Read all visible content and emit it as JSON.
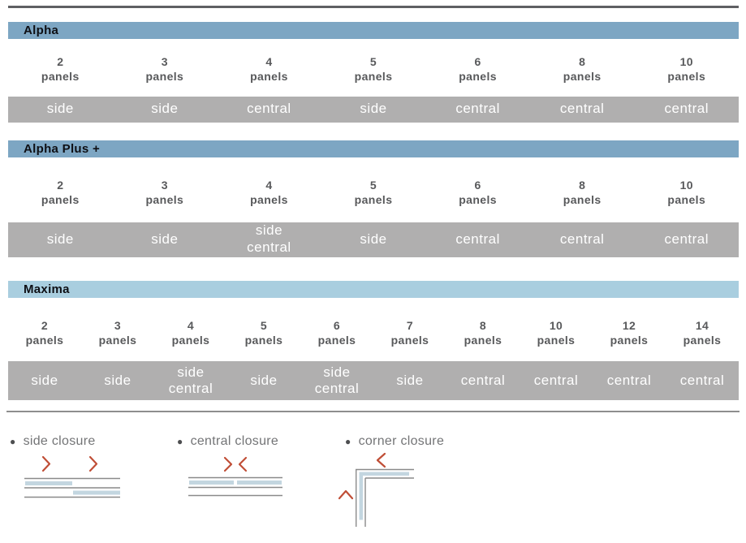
{
  "labels": {
    "panels_word": "panels"
  },
  "sections": [
    {
      "title": "Alpha",
      "theme": "medium-blue",
      "columns": [
        {
          "panels": "2",
          "closure": "side"
        },
        {
          "panels": "3",
          "closure": "side"
        },
        {
          "panels": "4",
          "closure": "central"
        },
        {
          "panels": "5",
          "closure": "side"
        },
        {
          "panels": "6",
          "closure": "central"
        },
        {
          "panels": "8",
          "closure": "central"
        },
        {
          "panels": "10",
          "closure": "central"
        }
      ]
    },
    {
      "title": "Alpha Plus +",
      "theme": "medium-blue",
      "columns": [
        {
          "panels": "2",
          "closure": "side"
        },
        {
          "panels": "3",
          "closure": "side"
        },
        {
          "panels": "4",
          "closure": "side\ncentral"
        },
        {
          "panels": "5",
          "closure": "side"
        },
        {
          "panels": "6",
          "closure": "central"
        },
        {
          "panels": "8",
          "closure": "central"
        },
        {
          "panels": "10",
          "closure": "central"
        }
      ]
    },
    {
      "title": "Maxima",
      "theme": "light-blue",
      "columns": [
        {
          "panels": "2",
          "closure": "side"
        },
        {
          "panels": "3",
          "closure": "side"
        },
        {
          "panels": "4",
          "closure": "side\ncentral"
        },
        {
          "panels": "5",
          "closure": "side"
        },
        {
          "panels": "6",
          "closure": "side\ncentral"
        },
        {
          "panels": "7",
          "closure": "side"
        },
        {
          "panels": "8",
          "closure": "central"
        },
        {
          "panels": "10",
          "closure": "central"
        },
        {
          "panels": "12",
          "closure": "central"
        },
        {
          "panels": "14",
          "closure": "central"
        }
      ]
    }
  ],
  "legend": {
    "items": [
      {
        "label": "side closure"
      },
      {
        "label": "central closure"
      },
      {
        "label": "corner closure"
      }
    ]
  },
  "colors": {
    "header_blue": "#7DA6C3",
    "header_light_blue": "#A9CEDF",
    "closure_bar_gray": "#B0AFAF",
    "text_dark": "#58595B",
    "title_text": "#0E0F14",
    "closure_text": "#FFFFFF",
    "rule_gray": "#5F6063",
    "divider_gray": "#8E8E8E",
    "legend_text": "#737476",
    "chevron_red": "#C04E36",
    "diagram_blue": "#C3D6E0",
    "diagram_line": "#8A8A8A"
  }
}
